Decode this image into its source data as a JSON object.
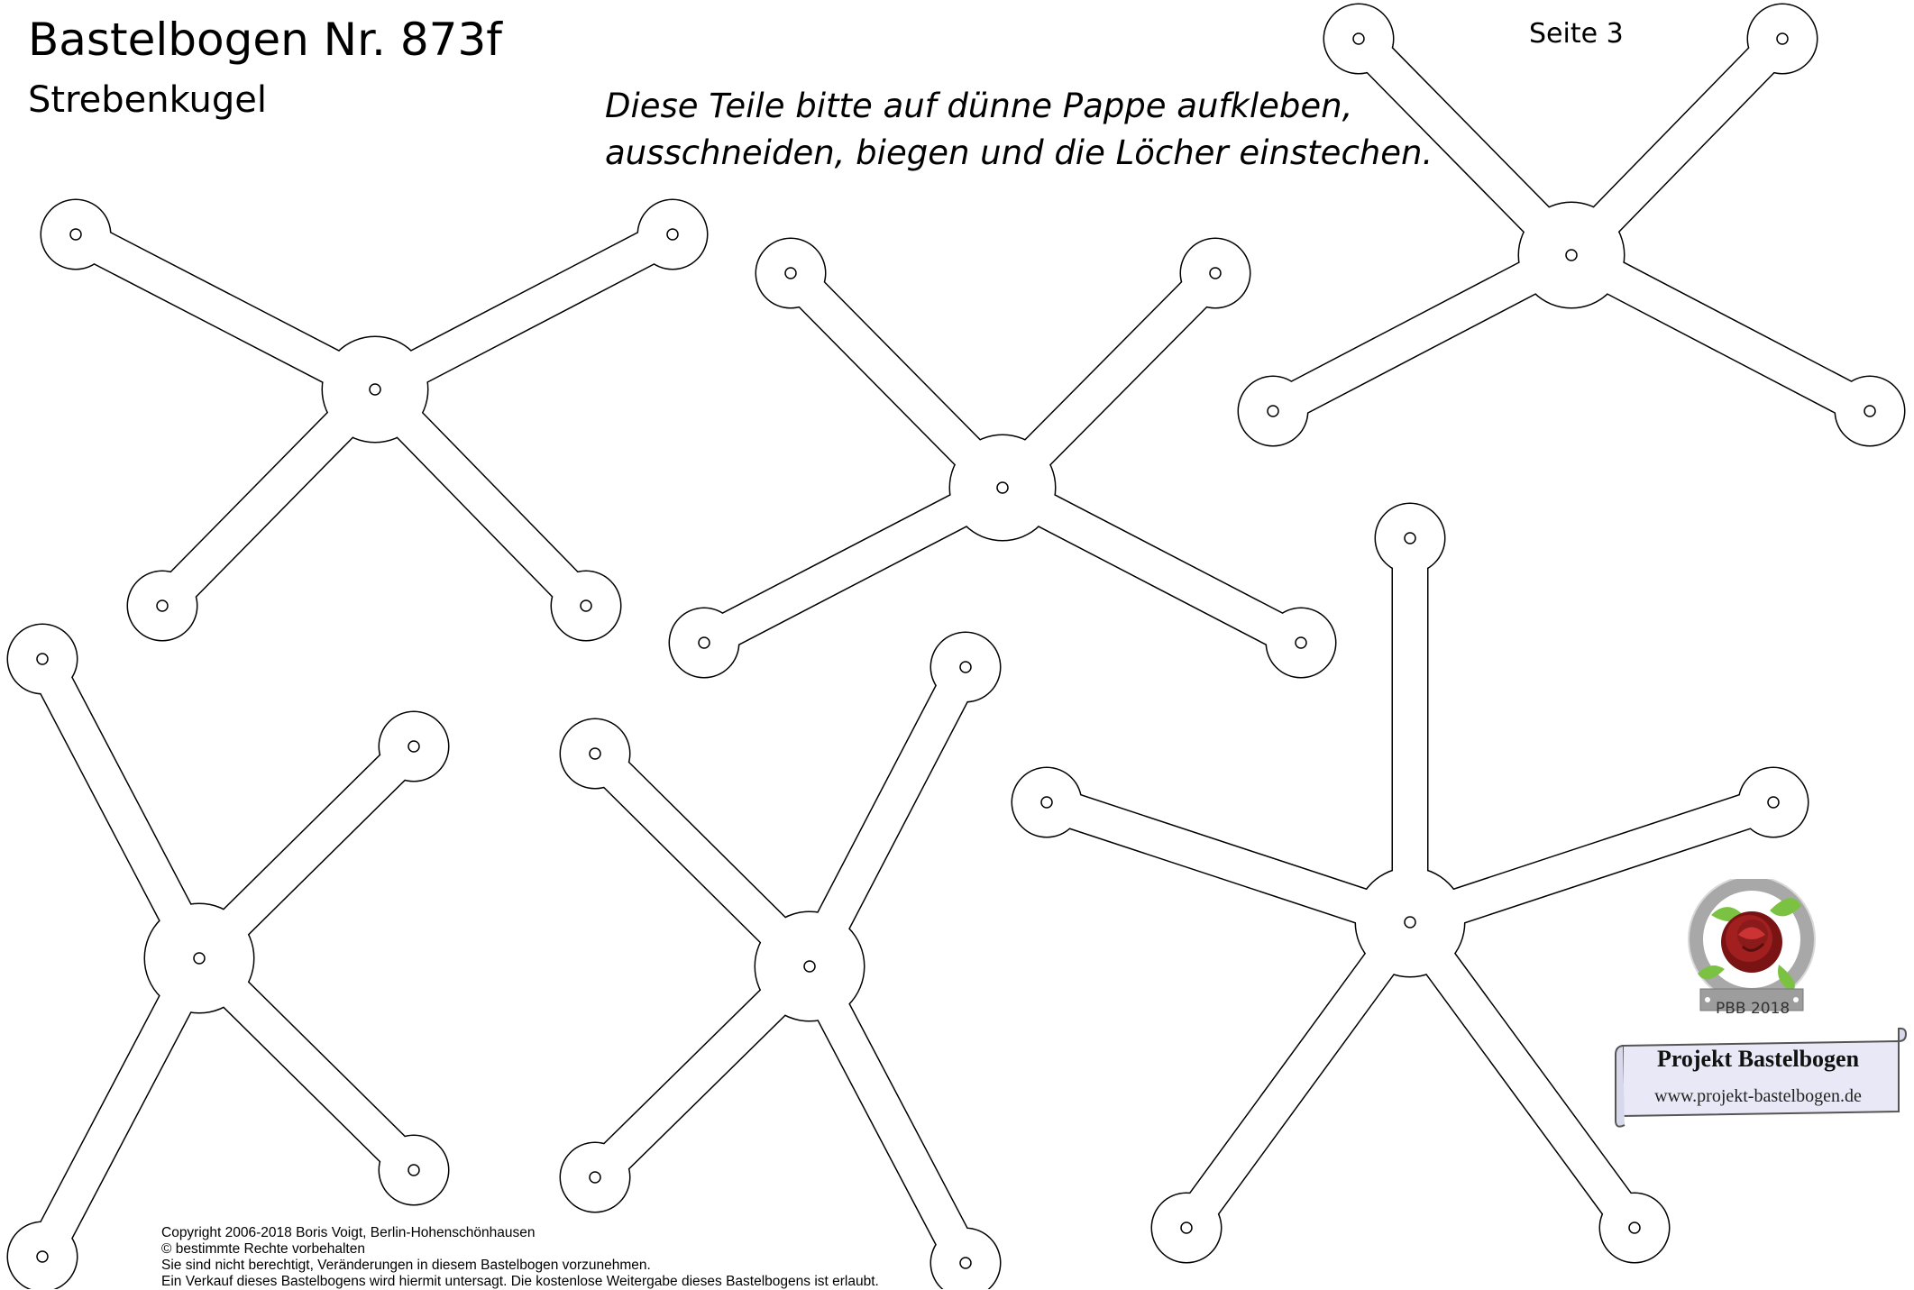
{
  "header": {
    "title": "Bastelbogen Nr. 873f",
    "subtitle": "Strebenkugel",
    "page_number": "Seite 3"
  },
  "instructions": {
    "line1": "Diese Teile bitte auf dünne Pappe aufkleben,",
    "line2": "ausschneiden, biegen und die Löcher einstechen."
  },
  "copyright": {
    "line1": "Copyright  2006-2018 Boris Voigt, Berlin-Hohenschönhausen",
    "line2": " © bestimmte Rechte vorbehalten",
    "line3": "Sie sind nicht berechtigt, Veränderungen in diesem Bastelbogen vorzunehmen.",
    "line4": "Ein Verkauf dieses Bastelbogens wird hiermit untersagt. Die kostenlose Weitergabe dieses Bastelbogens ist erlaubt."
  },
  "logo": {
    "badge": "PBB 2018",
    "title": "Projekt Bastelbogen",
    "url": "www.projekt-bastelbogen.de"
  },
  "colors": {
    "outline": "#000000",
    "paper": "#ffffff",
    "rose": "#8b1a1a",
    "leaf": "#6fb83a",
    "ring": "#9a9a9a",
    "banner_fill": "#e8e8f6"
  }
}
